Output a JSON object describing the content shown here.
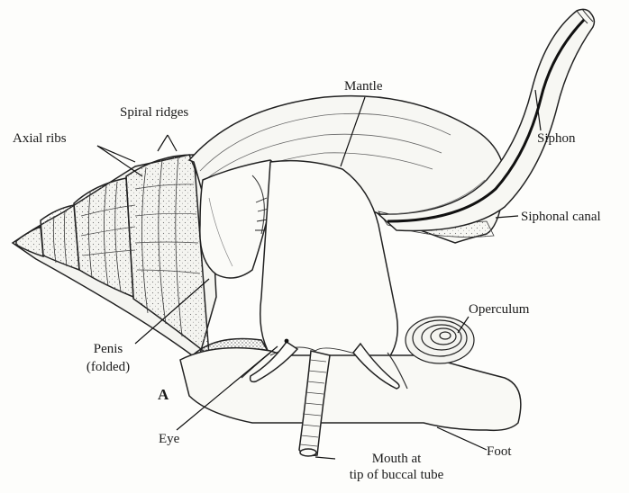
{
  "figure": {
    "panel_letter": "A",
    "labels": {
      "axial_ribs": "Axial ribs",
      "spiral_ridges": "Spiral ridges",
      "mantle": "Mantle",
      "siphon": "Siphon",
      "siphonal_canal": "Siphonal canal",
      "operculum": "Operculum",
      "penis": "Penis",
      "penis_note": "(folded)",
      "eye": "Eye",
      "foot": "Foot",
      "mouth_line1": "Mouth at",
      "mouth_line2": "tip of buccal tube"
    }
  }
}
